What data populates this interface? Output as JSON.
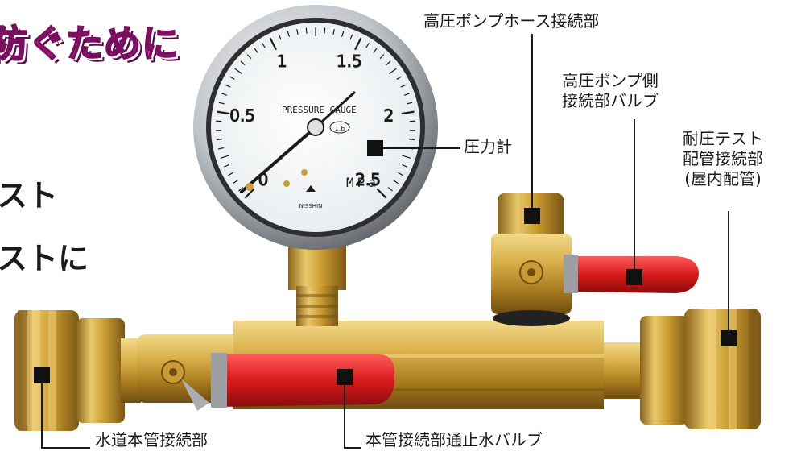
{
  "banner": {
    "text": "防ぐために"
  },
  "headline": {
    "line1": "スト",
    "line2": "ストに"
  },
  "gauge": {
    "title": "PRESSURE GAUGE",
    "unit": "MPa",
    "badge": "1.6",
    "brand": "NISSHIN",
    "ticks": [
      "0",
      "0.5",
      "1",
      "1.5",
      "2",
      "2.5"
    ]
  },
  "labels": {
    "hose": "高圧ポンプホース接続部",
    "pump_valve": [
      "高圧ポンプ側",
      "接続部バルブ"
    ],
    "test": [
      "耐圧テスト",
      "配管接続部",
      "(屋内配管)"
    ],
    "gauge": "圧力計",
    "main": "水道本管接続部",
    "valve": "本管接続部通止水バルブ"
  },
  "colors": {
    "banner_pink": "#e62db4",
    "brass": "#c9a23a",
    "handle_red": "#d81b1b",
    "marker": "#111111"
  }
}
